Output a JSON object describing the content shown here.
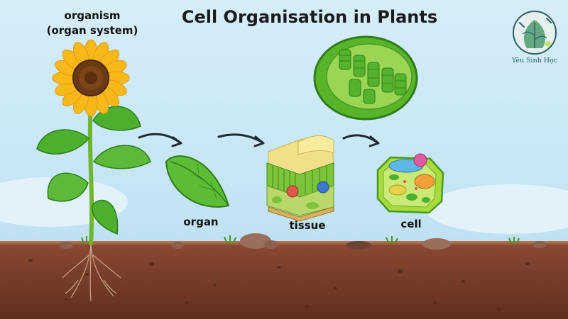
{
  "title": "Cell Organisation in Plants",
  "labels": {
    "organism_line1": "organism",
    "organism_line2": "(organ system)",
    "organ": "organ",
    "tissue": "tissue",
    "cell": "cell"
  },
  "logo": {
    "text": "Yêu Sinh Học"
  },
  "colors": {
    "sky": "#c6e6f4",
    "soil": "#7a3f2b",
    "leaf": "#4caf2e",
    "leaf_dark": "#2e7d1a",
    "petal": "#f7b81a",
    "seed_head": "#6b3a12",
    "arrow": "#1e2a38",
    "chloroplast": "#7cc43a"
  }
}
